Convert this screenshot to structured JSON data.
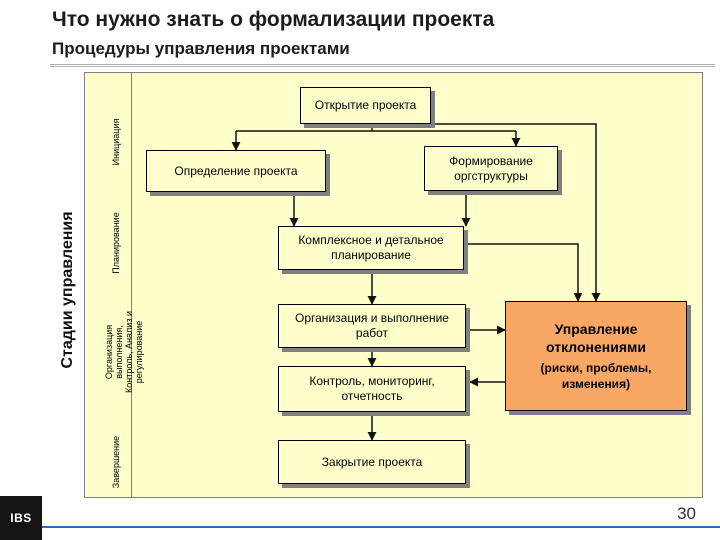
{
  "header": {
    "title": "Что нужно знать о формализации проекта",
    "subtitle": "Процедуры управления проектами"
  },
  "stages": {
    "group_label": "Стадии управления",
    "items": [
      "Инициация",
      "Планирование",
      "Организация выполнения, Контроль, Анализ и регулирование",
      "Завершение"
    ],
    "org_lines": [
      "Организация",
      "выполнения,",
      "Контроль, Анализ и",
      "регулирование"
    ]
  },
  "diagram": {
    "open": "Открытие проекта",
    "define": "Определение проекта",
    "structure": "Формирование оргструктуры",
    "planning": "Комплексное и детальное планирование",
    "execution": "Организация и выполнение работ",
    "control": "Контроль, мониторинг, отчетность",
    "closing": "Закрытие проекта",
    "deviation_title": "Управление отклонениями",
    "deviation_detail": "(риски, проблемы, изменения)"
  },
  "colors": {
    "background": "#ffffcc",
    "deviation_box": "#f8a764",
    "accent_line": "#2a6db5"
  },
  "footer": {
    "logo": "IBS",
    "page_number": "30"
  }
}
